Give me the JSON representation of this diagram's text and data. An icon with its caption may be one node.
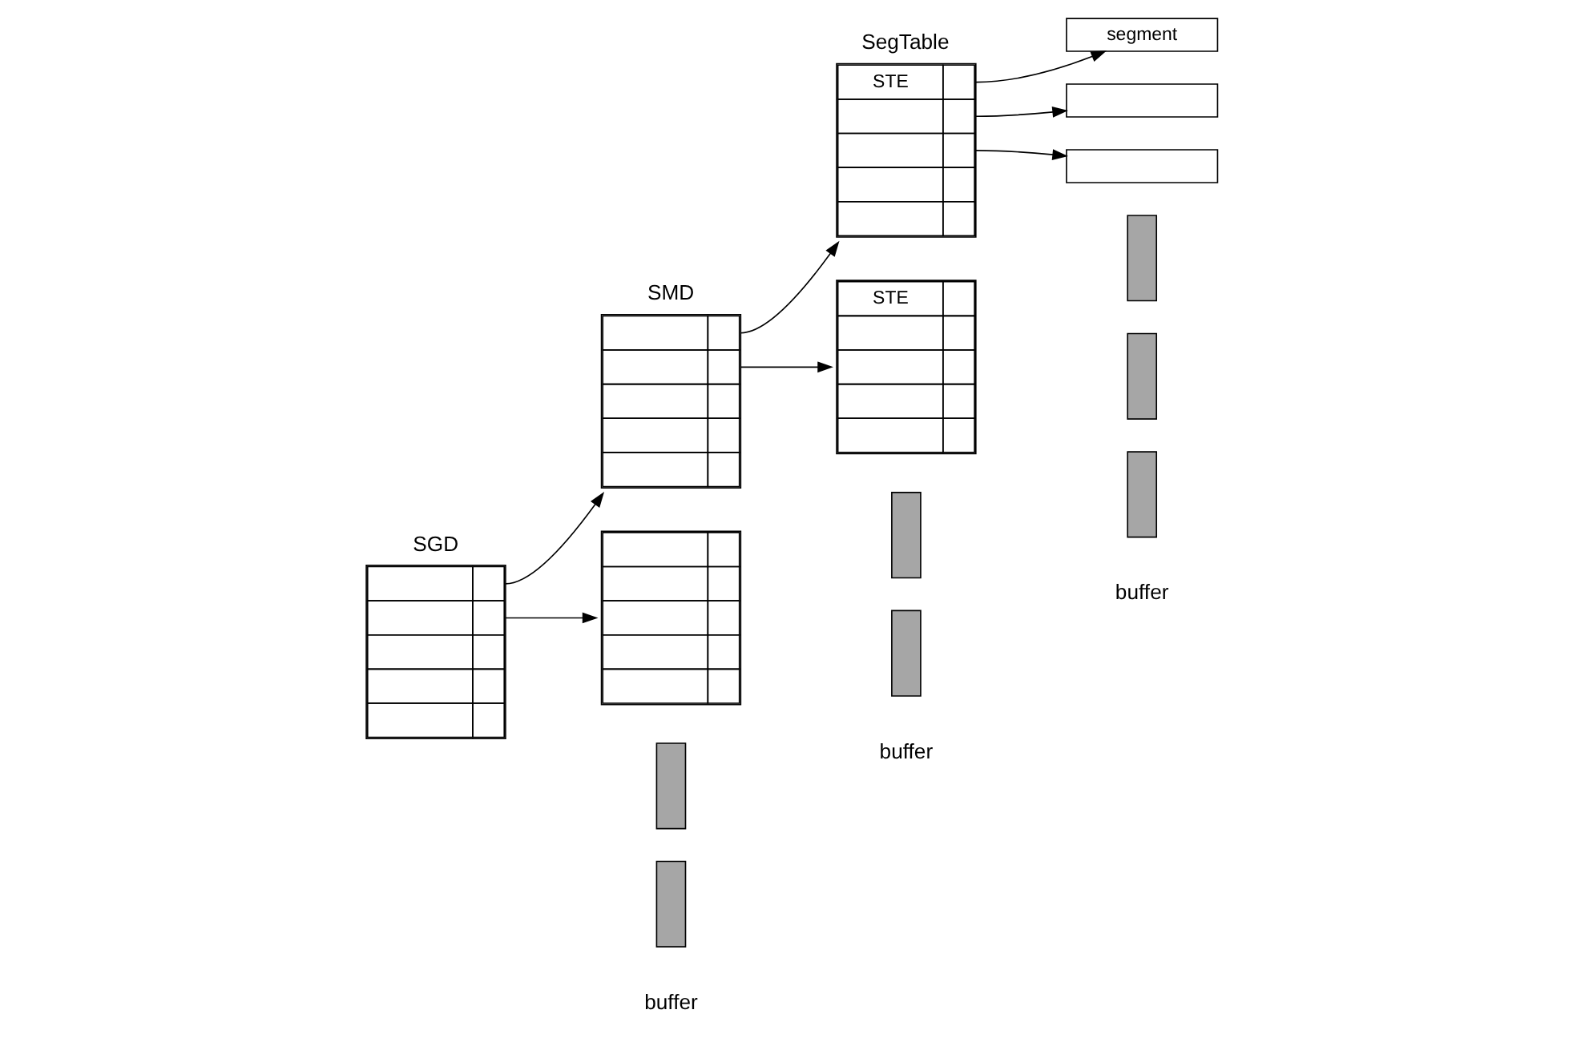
{
  "diagram": {
    "nodes": [
      {
        "text": [
          "SGD"
        ]
      },
      {
        "text": [
          "SMD"
        ]
      },
      {
        "text": [],
        "shape": "box"
      },
      {
        "text": [
          "SegTable",
          "STE"
        ]
      },
      {
        "text": [
          "STE"
        ]
      },
      {
        "text": [
          "segment"
        ]
      },
      {
        "text": [],
        "shape": "box"
      },
      {
        "text": [],
        "shape": "box"
      },
      {
        "text": [],
        "shape": "bar"
      },
      {
        "text": [],
        "shape": "bar"
      },
      {
        "text": [],
        "shape": "bar"
      },
      {
        "text": [],
        "shape": "bar"
      },
      {
        "text": [],
        "shape": "bar"
      },
      {
        "text": [],
        "shape": "bar"
      },
      {
        "text": [],
        "shape": "bar"
      }
    ],
    "edges": [
      {
        "from": 0,
        "to": 1,
        "arrow": "to"
      },
      {
        "from": 0,
        "to": 2,
        "arrow": "to"
      },
      {
        "from": 1,
        "to": 3,
        "arrow": "to"
      },
      {
        "from": 1,
        "to": 4,
        "arrow": "to"
      },
      {
        "from": 3,
        "to": 5,
        "arrow": "to"
      },
      {
        "from": 3,
        "to": 6,
        "arrow": "to"
      },
      {
        "from": 3,
        "to": 7,
        "arrow": "to"
      }
    ],
    "labels": [
      "buffer",
      "buffer",
      "buffer"
    ]
  }
}
